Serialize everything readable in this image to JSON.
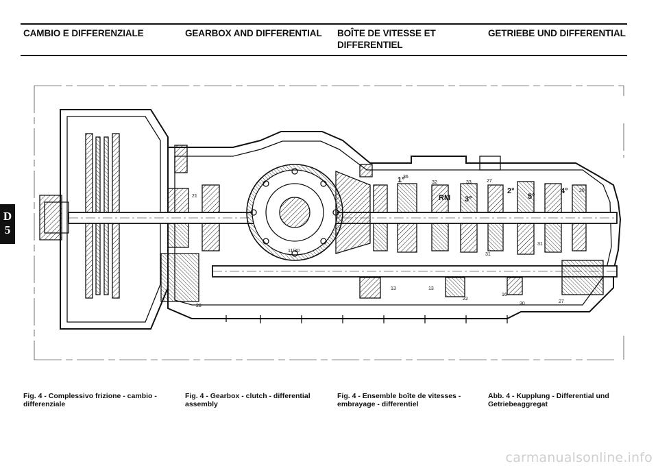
{
  "header": {
    "it": "CAMBIO E DIFFERENZIALE",
    "en": "GEARBOX AND DIFFERENTIAL",
    "fr_line1": "BOÎTE DE VITESSE ET",
    "fr_line2": "DIFFERENTIEL",
    "de": "GETRIEBE UND DIFFERENTIAL"
  },
  "section_tab": {
    "letter": "D",
    "number": "5"
  },
  "figure": {
    "gear_labels": [
      "1°",
      "RM",
      "3°",
      "2°",
      "5°",
      "4°"
    ],
    "part_numbers": [
      "21",
      "32",
      "36",
      "33",
      "27",
      "26",
      "13",
      "13",
      "22",
      "31",
      "30",
      "16",
      "27",
      "31",
      "28",
      "11/30"
    ]
  },
  "captions": {
    "it": "Fig. 4 - Complessivo frizione - cambio - differenziale",
    "en": "Fig. 4 - Gearbox - clutch - differential assembly",
    "fr": "Fig. 4 - Ensemble boîte de vitesses - embrayage - differentiel",
    "de": "Abb. 4 - Kupplung - Differential und Getriebeaggregat"
  },
  "watermark": "carmanualsonline.info",
  "colors": {
    "ink": "#111111",
    "watermark": "#cfcfcf"
  }
}
